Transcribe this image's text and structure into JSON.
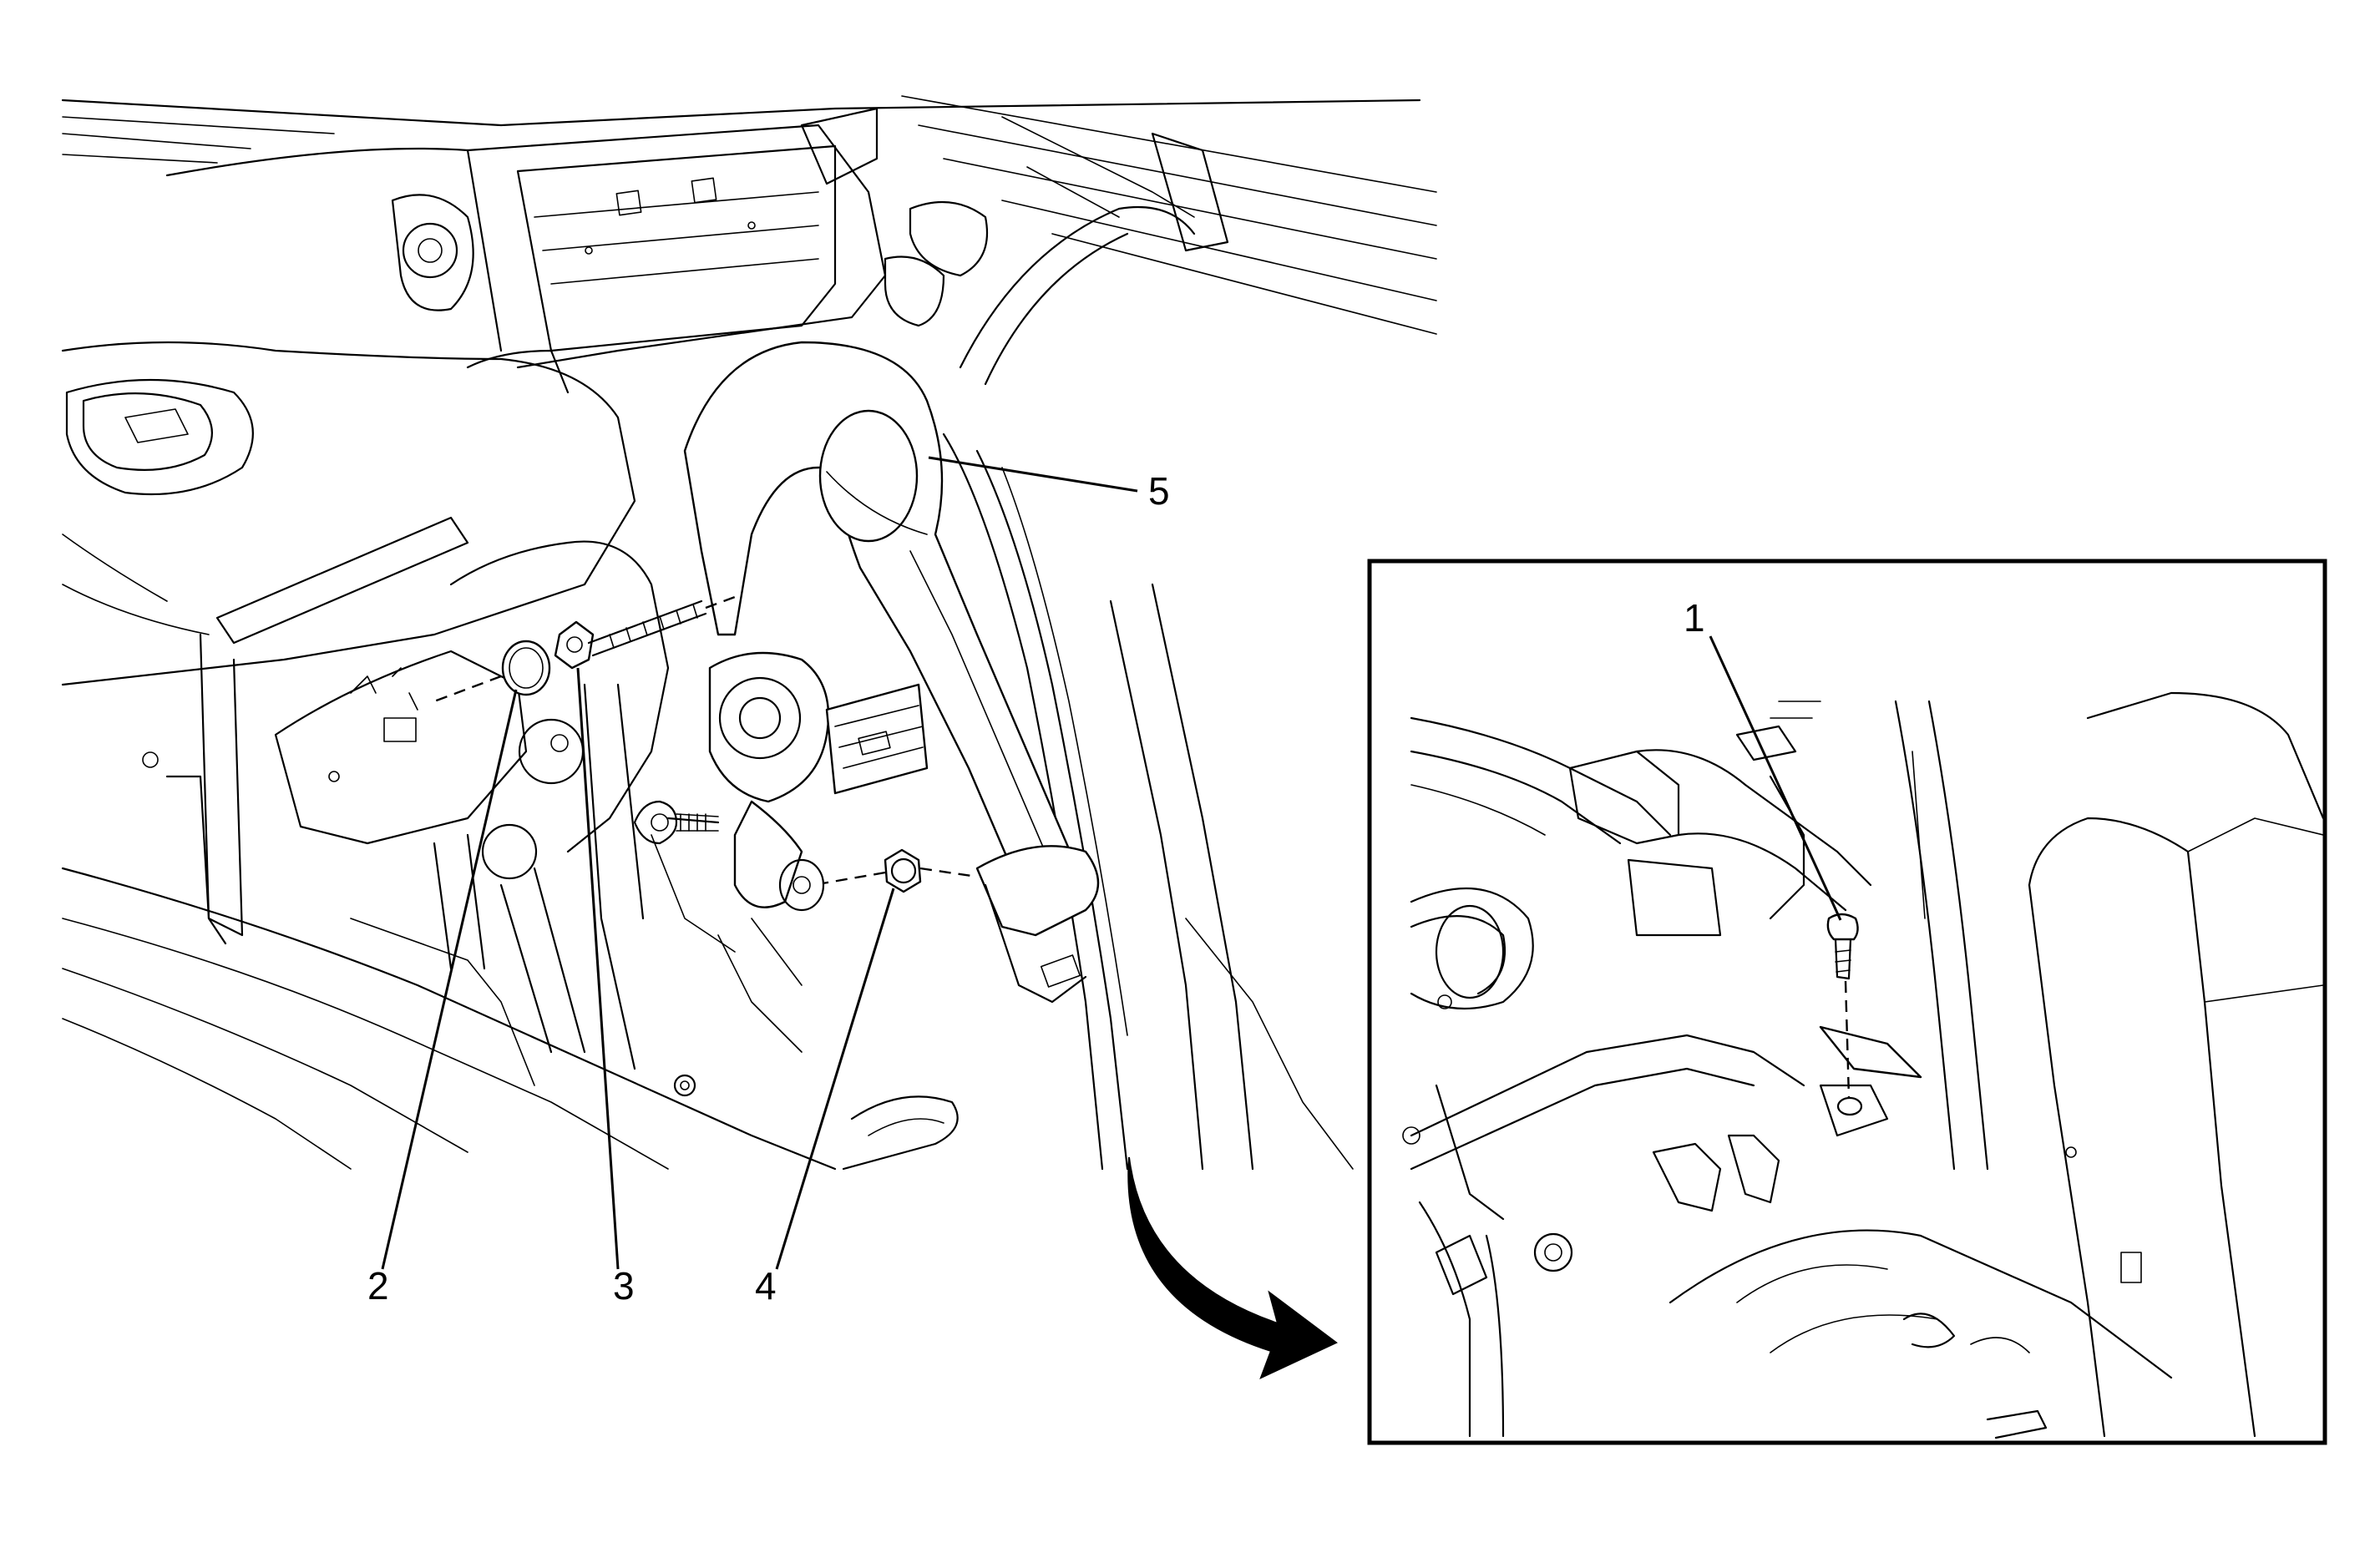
{
  "diagram": {
    "callouts": [
      {
        "id": "1",
        "text": "1"
      },
      {
        "id": "2",
        "text": "2"
      },
      {
        "id": "3",
        "text": "3"
      },
      {
        "id": "4",
        "text": "4"
      },
      {
        "id": "5",
        "text": "5"
      }
    ],
    "detail_arrow_icon": "curved-arrow-icon"
  }
}
